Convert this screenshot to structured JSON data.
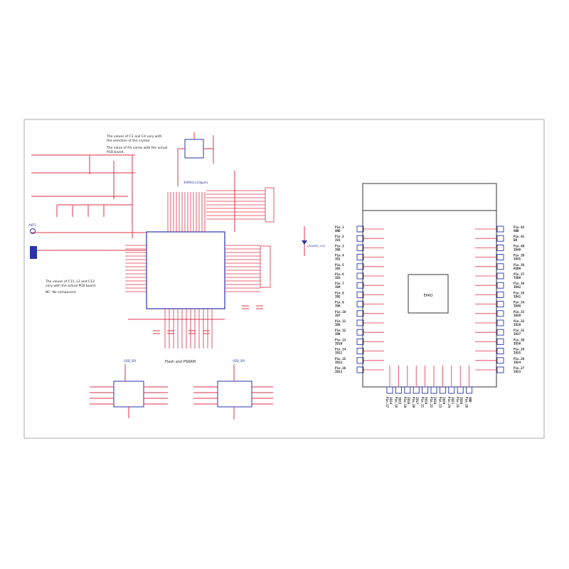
{
  "notes": {
    "crystal_line1": "The values of C1 and C4 vary with",
    "crystal_line2": "the selection of the crystal.",
    "rx_line1": "The value of R4 varies with the actual",
    "rx_line2": "PCB board.",
    "rf_line1": "The values of C11, L2 and C12",
    "rf_line2": "vary with the actual PCB board.",
    "nc": "NC: No component"
  },
  "labels": {
    "crystal": "40MHz(±10ppm)",
    "flash_psram_title": "Flash and PSRAM",
    "module_name": "EPAD",
    "flash_power": "VDD_SPI",
    "psram_power": "VDD_SPI",
    "antenna": "ANT1",
    "led": "LED(RED_1uF)"
  },
  "module": {
    "left_pins": [
      {
        "pin": "Pin.1",
        "name": "GND"
      },
      {
        "pin": "Pin.2",
        "name": "3V3"
      },
      {
        "pin": "Pin.3",
        "name": "IO0"
      },
      {
        "pin": "Pin.4",
        "name": "IO1"
      },
      {
        "pin": "Pin.5",
        "name": "IO2"
      },
      {
        "pin": "Pin.6",
        "name": "IO3"
      },
      {
        "pin": "Pin.7",
        "name": "IO4"
      },
      {
        "pin": "Pin.8",
        "name": "IO5"
      },
      {
        "pin": "Pin.9",
        "name": "IO6"
      },
      {
        "pin": "Pin.10",
        "name": "IO7"
      },
      {
        "pin": "Pin.11",
        "name": "IO8"
      },
      {
        "pin": "Pin.12",
        "name": "IO9"
      },
      {
        "pin": "Pin.13",
        "name": "IO10"
      },
      {
        "pin": "Pin.14",
        "name": "IO11"
      },
      {
        "pin": "Pin.15",
        "name": "IO12"
      },
      {
        "pin": "Pin.16",
        "name": "IO13"
      }
    ],
    "right_pins": [
      {
        "pin": "Pin.42",
        "name": "GND"
      },
      {
        "pin": "Pin.41",
        "name": "EN"
      },
      {
        "pin": "Pin.40",
        "name": "IO46"
      },
      {
        "pin": "Pin.39",
        "name": "IO45"
      },
      {
        "pin": "Pin.38",
        "name": "RXD0"
      },
      {
        "pin": "Pin.37",
        "name": "TXD0"
      },
      {
        "pin": "Pin.36",
        "name": "IO42"
      },
      {
        "pin": "Pin.35",
        "name": "IO41"
      },
      {
        "pin": "Pin.34",
        "name": "IO40"
      },
      {
        "pin": "Pin.33",
        "name": "IO39"
      },
      {
        "pin": "Pin.32",
        "name": "IO38"
      },
      {
        "pin": "Pin.31",
        "name": "IO37"
      },
      {
        "pin": "Pin.30",
        "name": "IO36"
      },
      {
        "pin": "Pin.29",
        "name": "IO35"
      },
      {
        "pin": "Pin.28",
        "name": "IO34"
      },
      {
        "pin": "Pin.27",
        "name": "IO33"
      }
    ],
    "bottom_pins": [
      {
        "pin": "Pin.17",
        "name": "IO14"
      },
      {
        "pin": "Pin.18",
        "name": "IO15"
      },
      {
        "pin": "Pin.19",
        "name": "IO16"
      },
      {
        "pin": "Pin.20",
        "name": "IO17"
      },
      {
        "pin": "Pin.21",
        "name": "IO18"
      },
      {
        "pin": "Pin.22",
        "name": "IO19"
      },
      {
        "pin": "Pin.23",
        "name": "IO20"
      },
      {
        "pin": "Pin.24",
        "name": "IO21"
      },
      {
        "pin": "Pin.25",
        "name": "IO26"
      },
      {
        "pin": "Pin.26",
        "name": "GND"
      }
    ]
  },
  "colors": {
    "wire": "#e0304a",
    "body": "#2a33a8",
    "text": "#222222",
    "frame": "#aaaaaa"
  }
}
